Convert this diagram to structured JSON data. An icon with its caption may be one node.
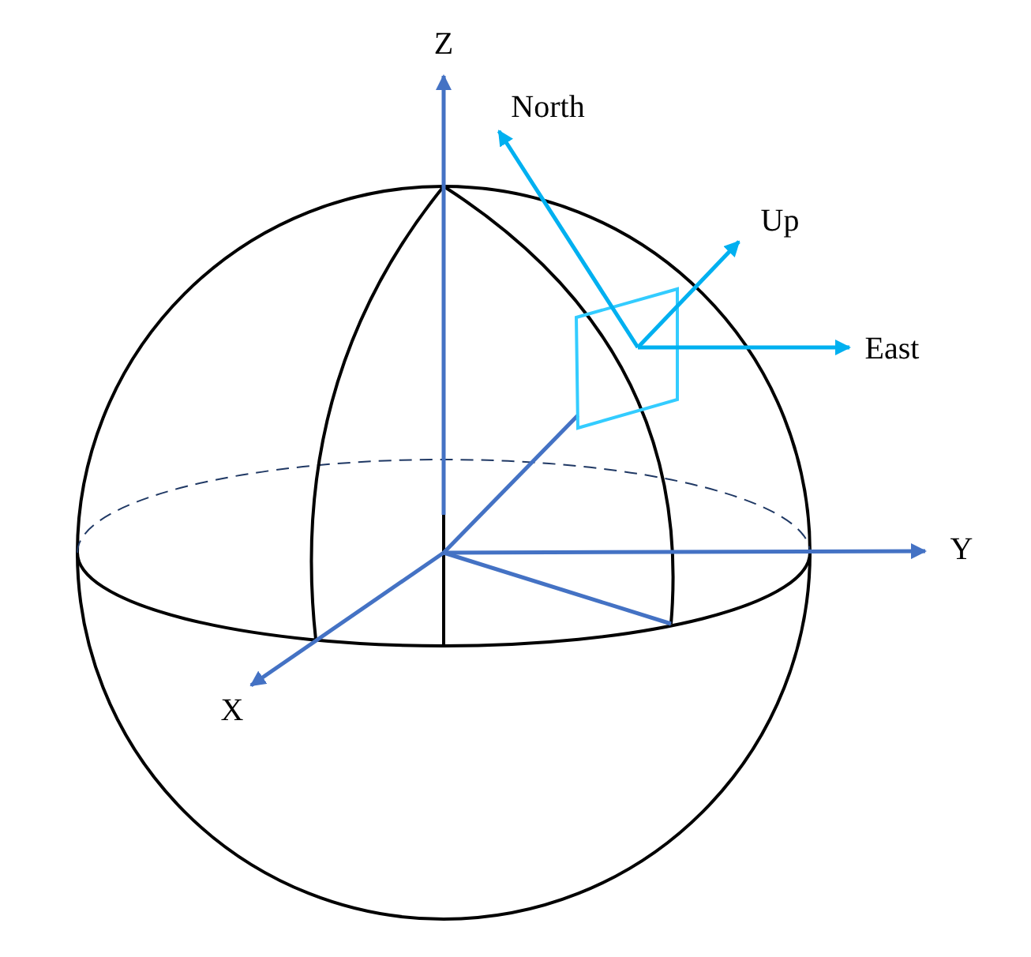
{
  "diagram": {
    "labels": [
      "Z",
      "North",
      "Up",
      "East",
      "Y",
      "X"
    ]
  }
}
